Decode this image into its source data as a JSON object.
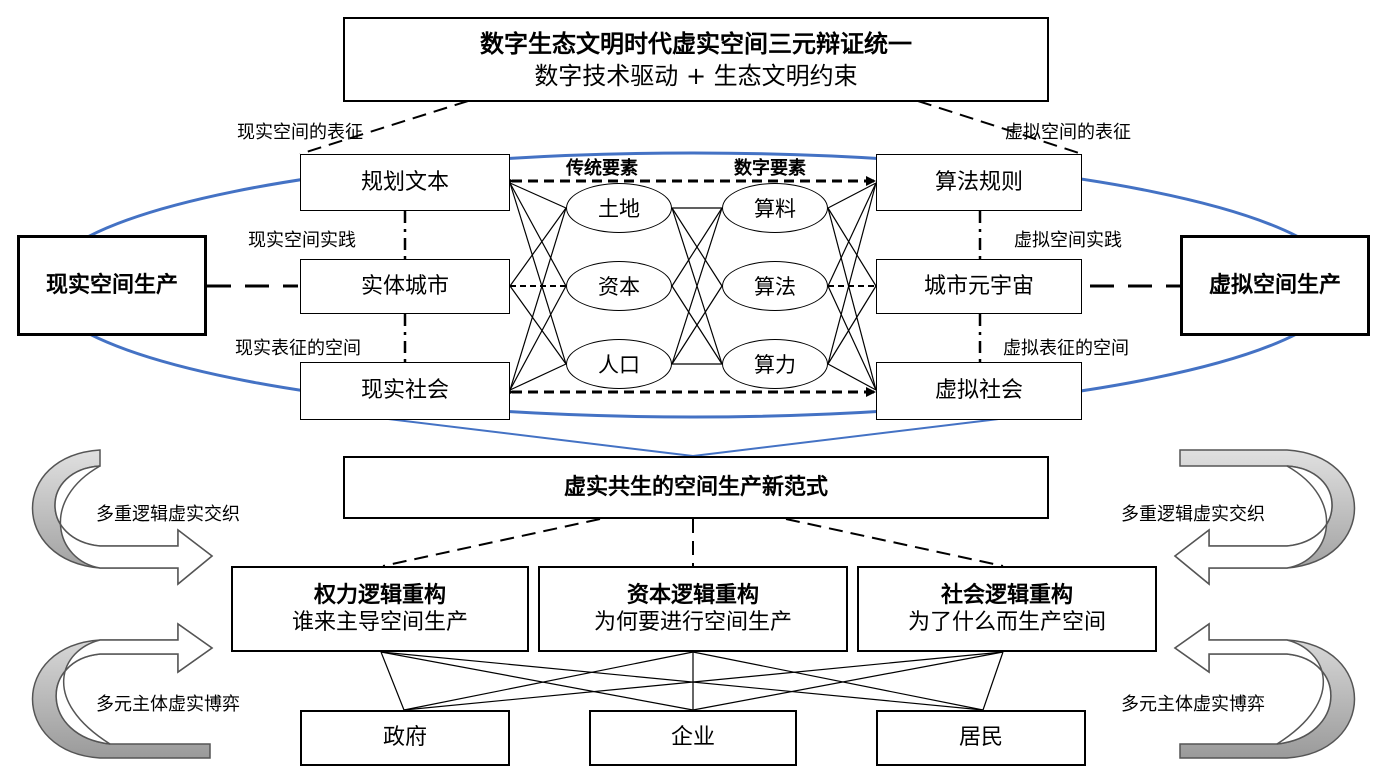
{
  "top": {
    "title": "数字生态文明时代虚实空间三元辩证统一",
    "subtitle": "数字技术驱动 + 生态文明约束"
  },
  "labels": {
    "real_rep": "现实空间的表征",
    "virtual_rep": "虚拟空间的表征",
    "real_practice": "现实空间实践",
    "virtual_practice": "虚拟空间实践",
    "real_rep_space": "现实表征的空间",
    "virtual_rep_space": "虚拟表征的空间",
    "traditional": "传统要素",
    "digital": "数字要素",
    "weave_left": "多重逻辑虚实交织",
    "weave_right": "多重逻辑虚实交织",
    "game_left": "多元主体虚实博弈",
    "game_right": "多元主体虚实博弈"
  },
  "side": {
    "real": "现实空间生产",
    "virtual": "虚拟空间生产"
  },
  "left_boxes": [
    "规划文本",
    "实体城市",
    "现实社会"
  ],
  "right_boxes": [
    "算法规则",
    "城市元宇宙",
    "虚拟社会"
  ],
  "traditional_elements": [
    "土地",
    "资本",
    "人口"
  ],
  "digital_elements": [
    "算料",
    "算法",
    "算力"
  ],
  "paradigm": "虚实共生的空间生产新范式",
  "logics": [
    {
      "title": "权力逻辑重构",
      "subtitle": "谁来主导空间生产"
    },
    {
      "title": "资本逻辑重构",
      "subtitle": "为何要进行空间生产"
    },
    {
      "title": "社会逻辑重构",
      "subtitle": "为了什么而生产空间"
    }
  ],
  "actors": [
    "政府",
    "企业",
    "居民"
  ],
  "colors": {
    "ellipse": "#4472c4",
    "arrow_fill": "#c8c8c8",
    "line": "#000000"
  }
}
